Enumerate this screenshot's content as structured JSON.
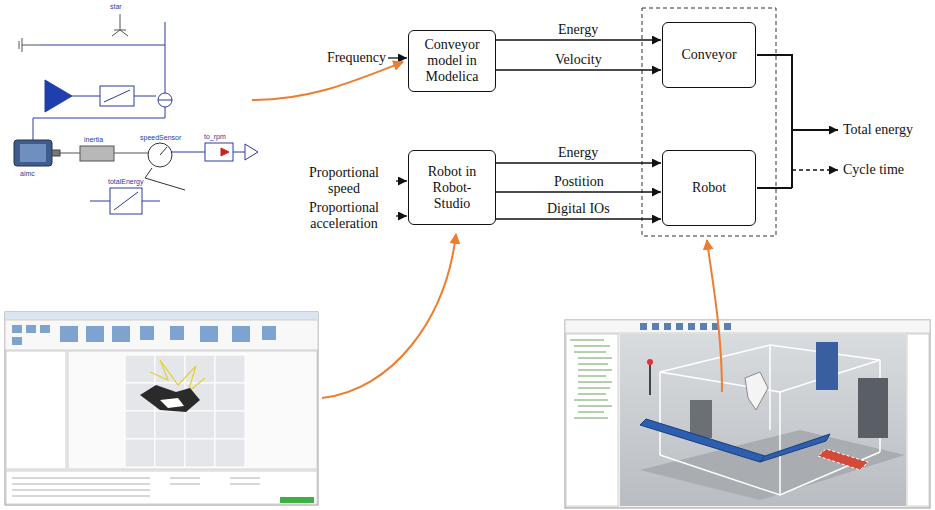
{
  "diagram": {
    "nodes": [
      {
        "text": [
          "Conveyor model in Modelica"
        ]
      },
      {
        "text": [
          "Conveyor"
        ]
      },
      {
        "text": [
          "Robot in Robot-Studio"
        ]
      },
      {
        "text": [
          "Robot"
        ]
      }
    ],
    "edges": [
      {
        "from": 0,
        "to": 1,
        "arrow": "to",
        "label": "Energy"
      },
      {
        "from": 0,
        "to": 1,
        "arrow": "to",
        "label": "Velocity"
      },
      {
        "from": 2,
        "to": 3,
        "arrow": "to",
        "label": "Energy"
      },
      {
        "from": 2,
        "to": 3,
        "arrow": "to",
        "label": "Postition"
      },
      {
        "from": 2,
        "to": 3,
        "arrow": "to",
        "label": "Digital IOs"
      }
    ],
    "labels": [
      "Frequency",
      "Proportional speed",
      "Proportional acceleration",
      "Total energy",
      "Cycle time",
      "star",
      "aimc",
      "inertia",
      "speedSensor",
      "to_rpm",
      "totalEnergy"
    ]
  }
}
